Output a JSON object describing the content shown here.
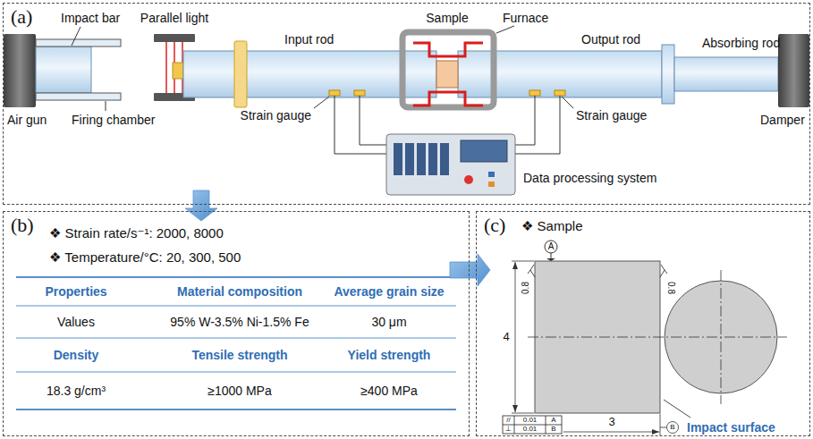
{
  "diagram": {
    "nodes": [
      {
        "text": [
          "(a)"
        ]
      },
      {
        "text": [
          "(b)"
        ]
      },
      {
        "text": [
          "(c)"
        ]
      }
    ],
    "edges": [
      {
        "from": 0,
        "to": 1,
        "arrow": "to"
      },
      {
        "from": 1,
        "to": 2,
        "arrow": "to"
      }
    ],
    "labels": [
      "Impact bar",
      "Parallel light",
      "Input rod",
      "Sample",
      "Furnace",
      "Output rod",
      "Absorbing rod",
      "Air gun",
      "Firing chamber",
      "Strain gauge",
      "Strain gauge",
      "Damper",
      "Data processing system",
      "❖ Strain rate/s⁻¹: 2000, 8000",
      "❖ Temperature/°C: 20, 300, 500",
      "Properties",
      "Material composition",
      "Average grain size",
      "Values",
      "95% W-3.5% Ni-1.5% Fe",
      "30 μm",
      "Density",
      "Tensile strength",
      "Yield strength",
      "18.3 g/cm³",
      "≥1000 MPa",
      "≥400 MPa",
      "❖ Sample",
      "A",
      "0.8",
      "0.8",
      "4",
      "3",
      "//",
      "0.01",
      "A",
      "⊥",
      "0.01",
      "B",
      "B",
      "Impact surface"
    ]
  }
}
